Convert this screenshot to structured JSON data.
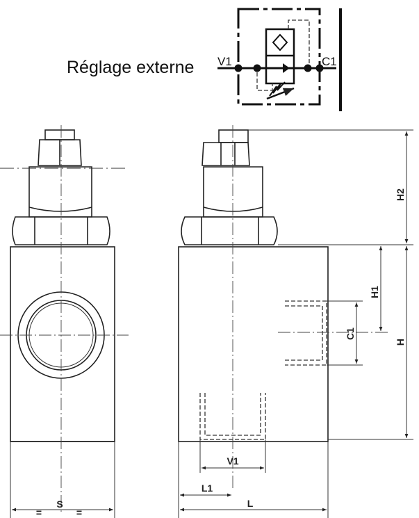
{
  "symbol": {
    "title": "Réglage externe",
    "port_in": "V1",
    "port_out": "C1"
  },
  "dimensions": {
    "h2": "H2",
    "h1": "H1",
    "c1": "C1",
    "h": "H",
    "v1": "V1",
    "l1": "L1",
    "l": "L",
    "s": "S",
    "equal": "="
  }
}
